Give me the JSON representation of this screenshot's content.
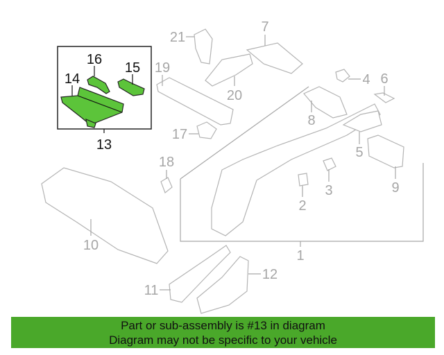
{
  "diagram": {
    "callouts": {
      "c1": "1",
      "c2": "2",
      "c3": "3",
      "c4": "4",
      "c5": "5",
      "c6": "6",
      "c7": "7",
      "c8": "8",
      "c9": "9",
      "c10": "10",
      "c11": "11",
      "c12": "12",
      "c13": "13",
      "c14": "14",
      "c15": "15",
      "c16": "16",
      "c17": "17",
      "c18": "18",
      "c19": "19",
      "c20": "20",
      "c21": "21"
    },
    "highlight_color": "#5cc43a"
  },
  "banner": {
    "line1": "Part or sub-assembly is #13 in diagram",
    "line2": "Diagram may not be specific to your vehicle",
    "color": "#4aa82a"
  }
}
